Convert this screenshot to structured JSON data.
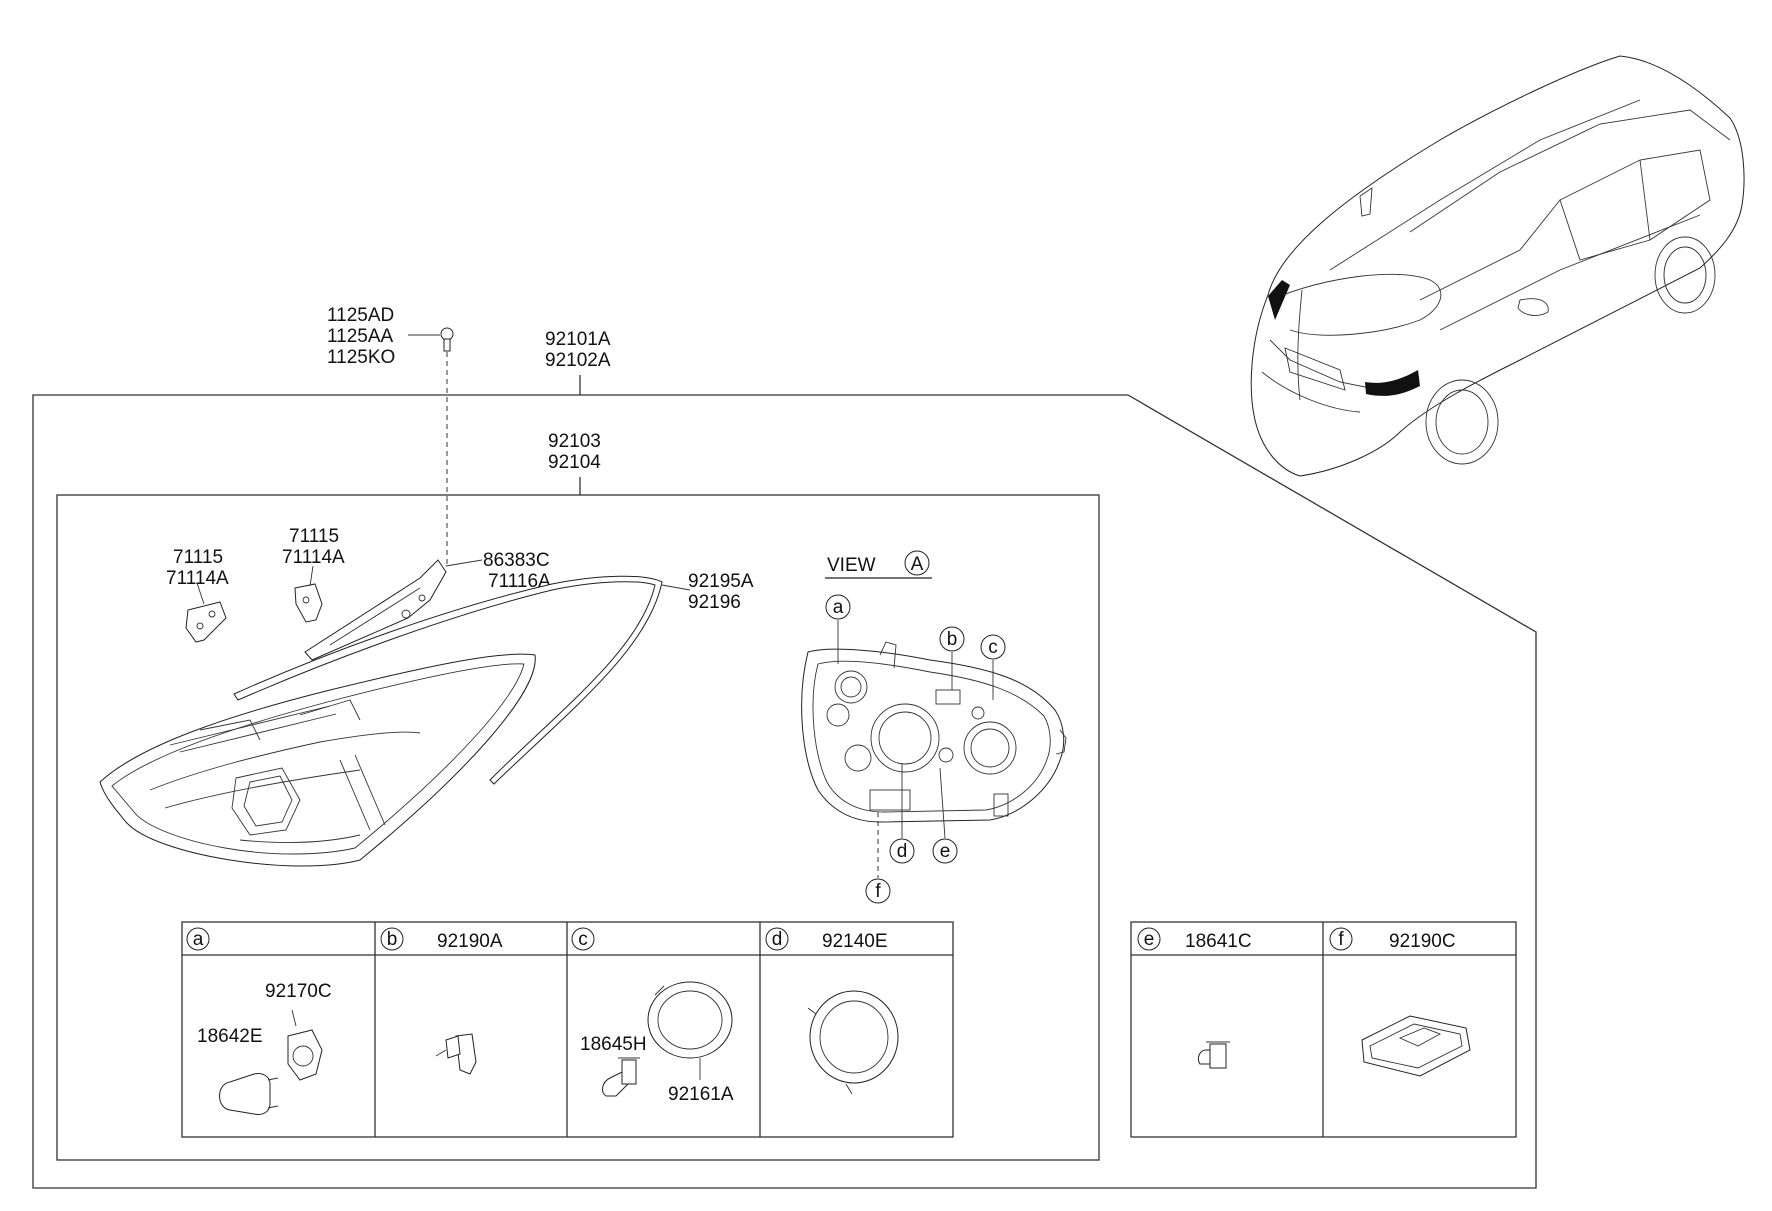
{
  "fastener": {
    "lines": [
      "1125AD",
      "1125AA",
      "1125KO"
    ]
  },
  "assembly": {
    "lines": [
      "92101A",
      "92102A"
    ]
  },
  "lamp": {
    "lines": [
      "92103",
      "92104"
    ]
  },
  "bracket_left": {
    "lines": [
      "71115",
      "71114A"
    ]
  },
  "bracket_right": {
    "lines": [
      "71115",
      "71114A"
    ]
  },
  "bracket_center": {
    "lines": [
      "86383C",
      "71116A"
    ]
  },
  "trim": {
    "lines": [
      "92195A",
      "92196"
    ]
  },
  "view": {
    "label": "VIEW",
    "letter": "A"
  },
  "callouts": [
    "a",
    "b",
    "c",
    "d",
    "e",
    "f"
  ],
  "table_main": {
    "cells": [
      {
        "letter": "a",
        "part": "",
        "labels": [
          "92170C",
          "18642E"
        ]
      },
      {
        "letter": "b",
        "part": "92190A",
        "labels": []
      },
      {
        "letter": "c",
        "part": "",
        "labels": [
          "18645H",
          "92161A"
        ]
      },
      {
        "letter": "d",
        "part": "92140E",
        "labels": []
      }
    ]
  },
  "table_side": {
    "cells": [
      {
        "letter": "e",
        "part": "18641C"
      },
      {
        "letter": "f",
        "part": "92190C"
      }
    ]
  }
}
